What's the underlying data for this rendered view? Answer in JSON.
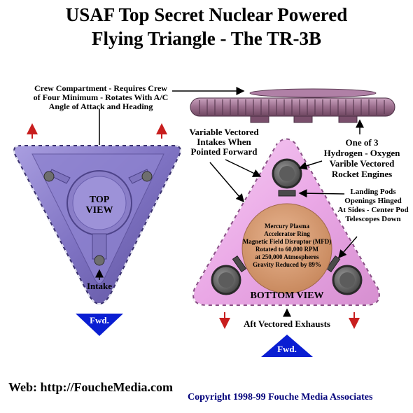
{
  "title": {
    "line1": "USAF Top Secret Nuclear Powered",
    "line2": "Flying Triangle - The TR-3B"
  },
  "labels": {
    "crew_line1": "Crew Compartment - Requires Crew",
    "crew_line2": "of Four Minimum - Rotates With A/C",
    "crew_line3": "Angle of Attack and Heading",
    "intakes_line1": "Variable Vectored",
    "intakes_line2": "Intakes When",
    "intakes_line3": "Pointed Forward",
    "engines_line1": "One of 3",
    "engines_line2": "Hydrogen - Oxygen",
    "engines_line3": "Varible Vectored",
    "engines_line4": "Rocket Engines",
    "pods_line1": "Landing Pods",
    "pods_line2": "Openings Hinged",
    "pods_line3": "At Sides - Center Pod",
    "pods_line4": "Telescopes Down",
    "top_view_line1": "TOP",
    "top_view_line2": "VIEW",
    "intake": "Intake",
    "mfd_line1": "Mercury Plasma",
    "mfd_line2": "Accelerator Ring",
    "mfd_line3": "Magnetic Field Disruptor (MFD)",
    "mfd_line4": "Rotated to 60,000 RPM",
    "mfd_line5": "at 250,000 Atmospheres",
    "mfd_line6": "Gravity Reduced by 89%",
    "bottom_view": "BOTTOM VIEW",
    "aft_exhausts": "Aft Vectored Exhausts",
    "fwd_left": "Fwd.",
    "fwd_right": "Fwd."
  },
  "footer": {
    "web": "Web: http://FoucheMedia.com",
    "copyright": "Copyright 1998-99 Fouche Media Associates"
  },
  "colors": {
    "hull_top": "#7e72c2",
    "hull_bottom": "#f0b4ee",
    "rim": "#8a6080",
    "mfd": "#d9a17a",
    "fwd_triangle": "#0a1ed2",
    "arrow_red": "#c81e1e",
    "copyright_text": "#00007a"
  }
}
